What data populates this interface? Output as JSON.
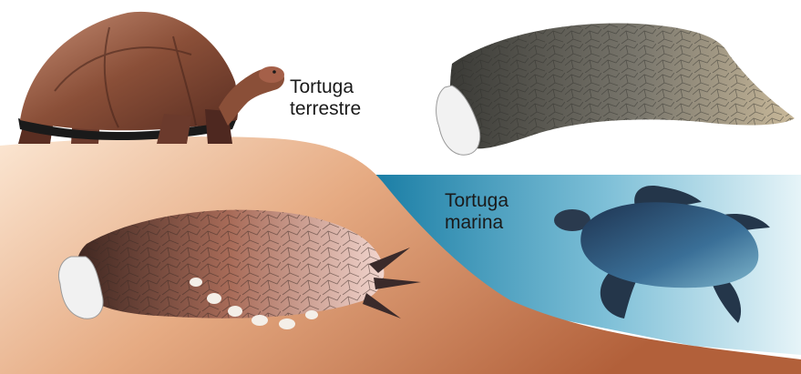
{
  "labels": {
    "land_turtle": {
      "line1": "Tortuga",
      "line2": "terrestre"
    },
    "sea_turtle": {
      "line1": "Tortuga",
      "line2": "marina"
    }
  },
  "colors": {
    "sky": "#ffffff",
    "ground_light": "#f4d9bf",
    "ground_dark": "#b86a3c",
    "sea_light": "#cfe8f2",
    "sea_dark": "#1a7fa6",
    "land_shell": "#8a4f38",
    "sea_turtle_body": "#2a4a6a",
    "flipper_gray": "#5a5a56"
  }
}
